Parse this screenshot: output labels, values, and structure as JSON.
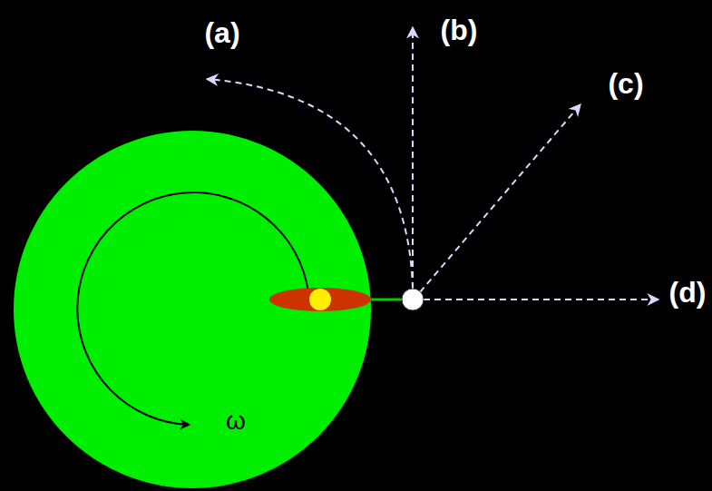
{
  "diagram": {
    "labels": [
      "(a)",
      "(b)",
      "(c)",
      "(d)",
      "ω"
    ]
  }
}
